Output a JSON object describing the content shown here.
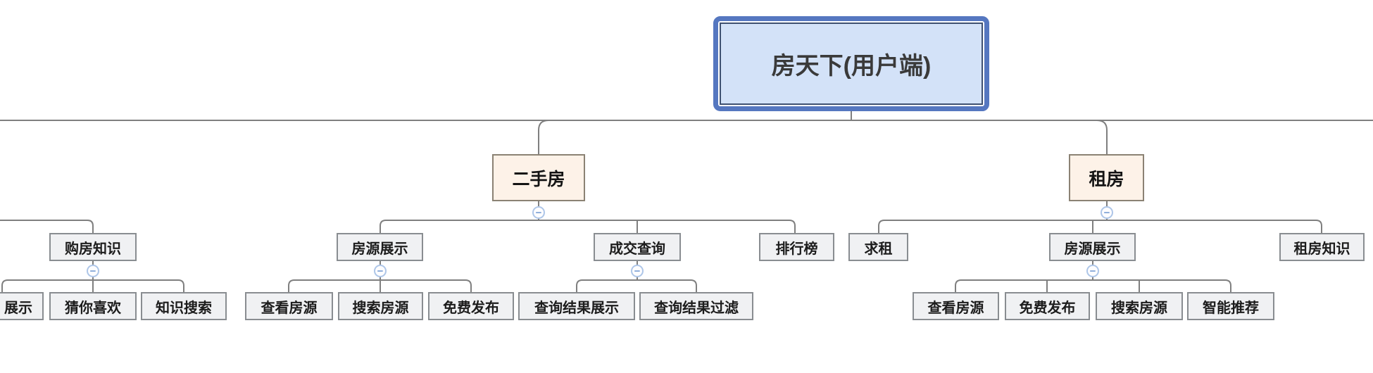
{
  "diagram_title": "房天下(用户端)",
  "ui": {
    "collapse_glyph": "−"
  },
  "colors": {
    "root_border": "#5577c0",
    "root_inner_border": "#3e5070",
    "root_fill": "#d3e2f8",
    "branch_fill": "#fdf2e8",
    "branch_border": "#8b8274",
    "node_fill": "#f0f1f3",
    "node_border": "#898d91",
    "line": "#7f7f7f",
    "toggle_ring": "#aec6e8",
    "toggle_glyph": "#7a9fd4"
  },
  "nodes": {
    "root": {
      "label": "房天下(用户端)"
    },
    "second_hand": {
      "label": "二手房"
    },
    "rent": {
      "label": "租房"
    },
    "purchase_knowledge": {
      "label": "购房知识"
    },
    "pk_display": {
      "label": "展示"
    },
    "pk_guess_like": {
      "label": "猜你喜欢"
    },
    "pk_knowledge_search": {
      "label": "知识搜索"
    },
    "sh_listing_display": {
      "label": "房源展示"
    },
    "sh_view_listing": {
      "label": "查看房源"
    },
    "sh_search_listing": {
      "label": "搜索房源"
    },
    "sh_free_publish": {
      "label": "免费发布"
    },
    "sh_deal_query": {
      "label": "成交查询"
    },
    "sh_query_result_display": {
      "label": "查询结果展示"
    },
    "sh_query_result_filter": {
      "label": "查询结果过滤"
    },
    "sh_ranking": {
      "label": "排行榜"
    },
    "rent_seek": {
      "label": "求租"
    },
    "rent_listing_display": {
      "label": "房源展示"
    },
    "rent_view_listing": {
      "label": "查看房源"
    },
    "rent_free_publish": {
      "label": "免费发布"
    },
    "rent_search_listing": {
      "label": "搜索房源"
    },
    "rent_smart_recommend": {
      "label": "智能推荐"
    },
    "rent_knowledge": {
      "label": "租房知识"
    }
  }
}
